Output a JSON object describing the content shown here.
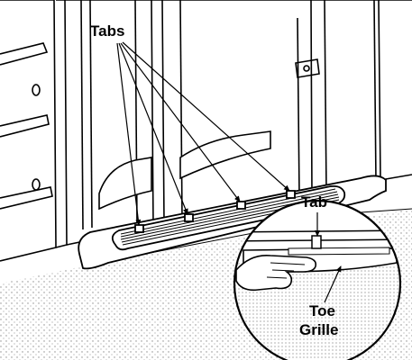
{
  "labels": {
    "tabs": "Tabs",
    "tab": "Tab",
    "toe_line1": "Toe",
    "toe_line2": "Grille"
  },
  "colors": {
    "ink": "#000000",
    "paper": "#ffffff",
    "floor": "#9a9a9a"
  }
}
